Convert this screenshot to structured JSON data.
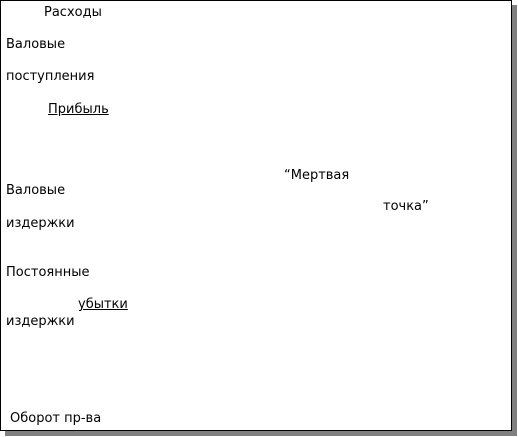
{
  "diagram": {
    "labels": {
      "expenses": "Расходы",
      "gross_revenue_line1": "Валовые",
      "gross_revenue_line2": "поступления",
      "profit": "Прибыль",
      "break_even_line1": "“Мертвая",
      "break_even_line2": "точка”",
      "gross_costs_line1": "Валовые",
      "gross_costs_line2": "издержки",
      "fixed_costs_line1": "Постоянные",
      "losses": "убытки",
      "fixed_costs_line2": "издержки",
      "production_turnover": "Оборот пр-ва"
    }
  },
  "colors": {
    "background": "#ffffff",
    "text": "#000000",
    "border": "#000000",
    "shadow": "#808080"
  }
}
